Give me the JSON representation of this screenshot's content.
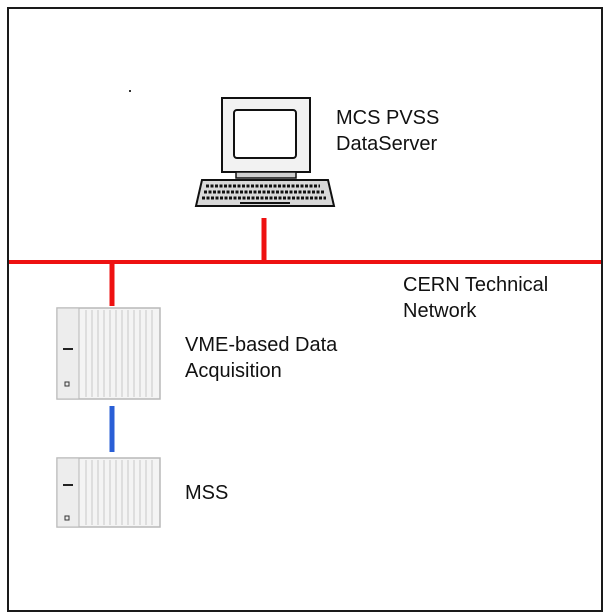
{
  "diagram": {
    "nodes": {
      "dataserver": {
        "line1": "MCS PVSS",
        "line2": "DataServer",
        "icon": "computer-workstation-icon"
      },
      "network": {
        "line1": "CERN Technical",
        "line2": "Network"
      },
      "vme": {
        "line1": "VME-based Data",
        "line2": "Acquisition",
        "icon": "vme-crate-icon"
      },
      "mss": {
        "line1": "MSS",
        "icon": "vme-crate-icon"
      }
    },
    "links": [
      {
        "from": "dataserver",
        "to": "network"
      },
      {
        "from": "network",
        "to": "vme"
      },
      {
        "from": "vme",
        "to": "mss"
      }
    ],
    "colors": {
      "network_line": "#ee1111",
      "local_link": "#2a5fd6",
      "frame": "#1a1a1a"
    }
  }
}
